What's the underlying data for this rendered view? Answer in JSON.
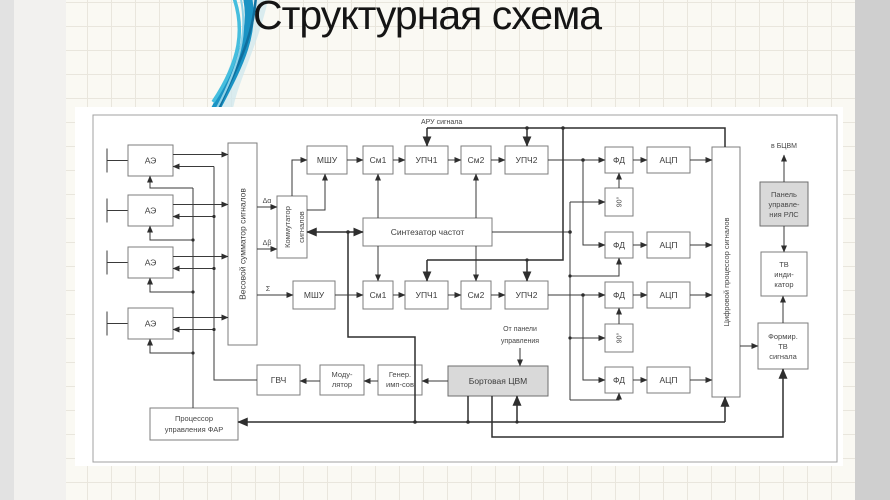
{
  "title": "Структурная схема",
  "diagram": {
    "labels": {
      "aru": "АРУ сигнала",
      "to_bcvm": "в БЦВМ",
      "from_panel_1": "От панели",
      "from_panel_2": "управления",
      "delta_alpha": "Δα",
      "delta_beta": "Δβ",
      "sigma": "Σ"
    },
    "boxes": {
      "ae": "АЭ",
      "summer": "Весовой сумматор сигналов",
      "commutator_1": "Коммутатор",
      "commutator_2": "сигналов",
      "mshu": "МШУ",
      "sm1": "См1",
      "upch1": "УПЧ1",
      "sm2": "См2",
      "upch2": "УПЧ2",
      "synth": "Синтезатор частот",
      "fd": "ФД",
      "adc": "АЦП",
      "ps": "90°",
      "dsp": "Цифровой процессор сигналов",
      "panel_1": "Панель",
      "panel_2": "управле-",
      "panel_3": "ния РЛС",
      "tv_1": "ТВ",
      "tv_2": "инди-",
      "tv_3": "катор",
      "form_1": "Формир.",
      "form_2": "ТВ",
      "form_3": "сигнала",
      "gvch": "ГВЧ",
      "mod_1": "Моду-",
      "mod_2": "лятор",
      "gen_1": "Генер.",
      "gen_2": "имп-сов",
      "cvm": "Бортовая ЦВМ",
      "far_1": "Процессор",
      "far_2": "управления ФАР"
    },
    "colors": {
      "box_gray_fill": "#d9d9d9",
      "wire": "#3a3a3a",
      "accent_blue": "#1a93c4"
    }
  }
}
